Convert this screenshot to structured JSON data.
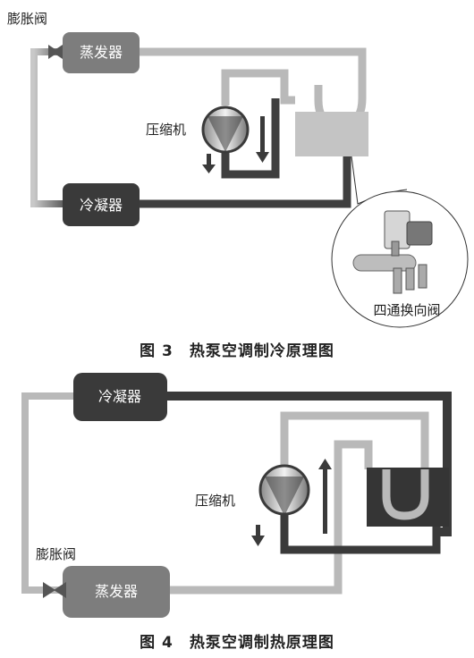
{
  "figure3": {
    "caption": "图 3　热泵空调制冷原理图",
    "expansion_valve_label": "膨胀阀",
    "evaporator_label": "蒸发器",
    "compressor_label": "压缩机",
    "condenser_label": "冷凝器",
    "four_way_valve_label": "四通换向阀"
  },
  "figure4": {
    "caption": "图 4　热泵空调制热原理图",
    "condenser_label": "冷凝器",
    "compressor_label": "压缩机",
    "expansion_valve_label": "膨胀阀",
    "evaporator_label": "蒸发器"
  },
  "colors": {
    "dark_box": "#3a3a3a",
    "mid_box": "#7d7d7d",
    "light_pipe": "#b9b9b9",
    "dark_pipe": "#3a3a3a",
    "valve_box_fig3": "#c4c4c4",
    "valve_box_fig4": "#353535"
  }
}
